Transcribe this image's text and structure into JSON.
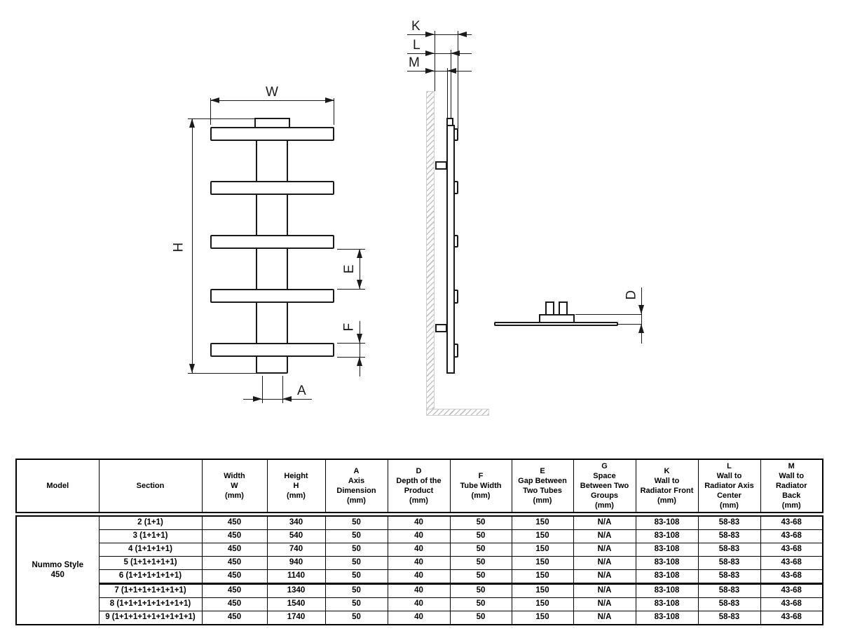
{
  "drawing": {
    "labels": {
      "w": "W",
      "h": "H",
      "e": "E",
      "f": "F",
      "a": "A",
      "k": "K",
      "l": "L",
      "m": "M",
      "d": "D"
    }
  },
  "table": {
    "headers": [
      "Model",
      "Section",
      "Width\nW\n(mm)",
      "Height\nH\n(mm)",
      "A\nAxis\nDimension\n(mm)",
      "D\nDepth of the\nProduct\n(mm)",
      "F\nTube Width\n(mm)",
      "E\nGap Between\nTwo Tubes\n(mm)",
      "G\nSpace\nBetween Two\nGroups\n(mm)",
      "K\nWall to\nRadiator Front\n(mm)",
      "L\nWall to\nRadiator Axis\nCenter\n(mm)",
      "M\nWall to\nRadiator\nBack\n(mm)"
    ],
    "model": "Nummo Style\n450",
    "rows": [
      {
        "section": "2 (1+1)",
        "values": [
          "450",
          "340",
          "50",
          "40",
          "50",
          "150",
          "N/A",
          "83-108",
          "58-83",
          "43-68"
        ]
      },
      {
        "section": "3 (1+1+1)",
        "values": [
          "450",
          "540",
          "50",
          "40",
          "50",
          "150",
          "N/A",
          "83-108",
          "58-83",
          "43-68"
        ]
      },
      {
        "section": "4 (1+1+1+1)",
        "values": [
          "450",
          "740",
          "50",
          "40",
          "50",
          "150",
          "N/A",
          "83-108",
          "58-83",
          "43-68"
        ]
      },
      {
        "section": "5 (1+1+1+1+1)",
        "values": [
          "450",
          "940",
          "50",
          "40",
          "50",
          "150",
          "N/A",
          "83-108",
          "58-83",
          "43-68"
        ]
      },
      {
        "section": "6 (1+1+1+1+1+1)",
        "values": [
          "450",
          "1140",
          "50",
          "40",
          "50",
          "150",
          "N/A",
          "83-108",
          "58-83",
          "43-68"
        ]
      },
      {
        "section": "7 (1+1+1+1+1+1+1)",
        "values": [
          "450",
          "1340",
          "50",
          "40",
          "50",
          "150",
          "N/A",
          "83-108",
          "58-83",
          "43-68"
        ]
      },
      {
        "section": "8 (1+1+1+1+1+1+1+1)",
        "values": [
          "450",
          "1540",
          "50",
          "40",
          "50",
          "150",
          "N/A",
          "83-108",
          "58-83",
          "43-68"
        ]
      },
      {
        "section": "9 (1+1+1+1+1+1+1+1+1)",
        "values": [
          "450",
          "1740",
          "50",
          "40",
          "50",
          "150",
          "N/A",
          "83-108",
          "58-83",
          "43-68"
        ]
      }
    ]
  }
}
